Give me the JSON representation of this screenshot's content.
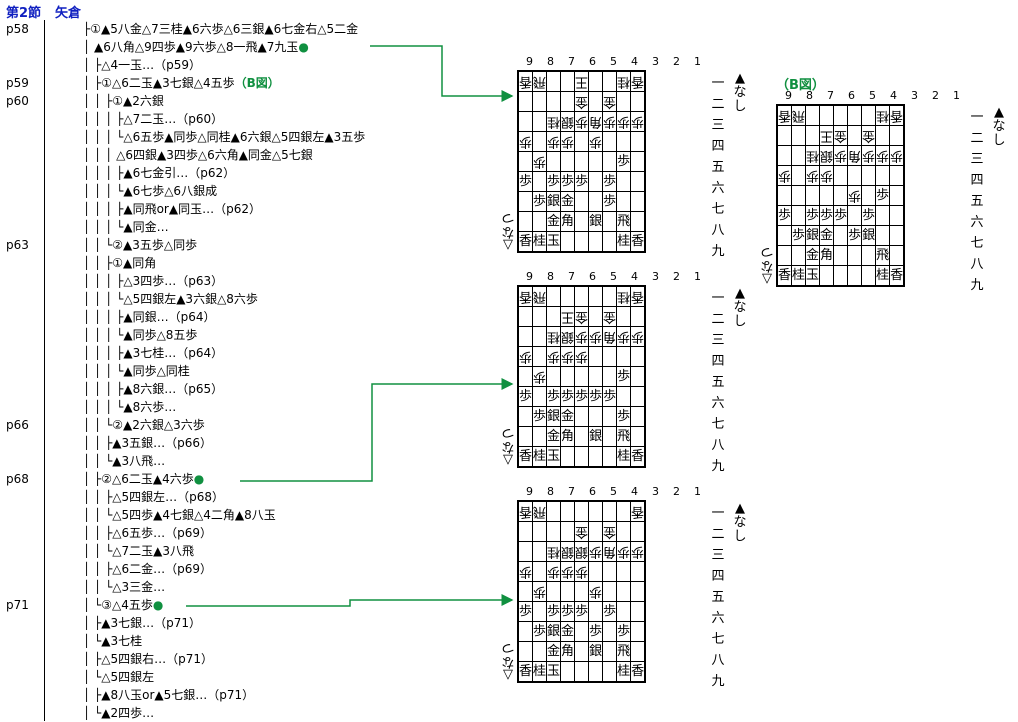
{
  "header": {
    "section": "第2節",
    "opening": "矢倉"
  },
  "page_refs": [
    {
      "text": "p58",
      "row": 1
    },
    {
      "text": "p59",
      "row": 4
    },
    {
      "text": "p60",
      "row": 5
    },
    {
      "text": "p63",
      "row": 13
    },
    {
      "text": "p66",
      "row": 23
    },
    {
      "text": "p68",
      "row": 26
    },
    {
      "text": "p71",
      "row": 33
    }
  ],
  "tree": [
    {
      "x": 83,
      "text": "├①▲5八金△7三桂▲6六歩△6三銀▲6七金右△5二金"
    },
    {
      "x": 83,
      "text": "│ ▲6八角△9四歩▲9六歩△8一飛▲7九玉",
      "dot": true
    },
    {
      "x": 83,
      "text": "│ ├△4一玉…（p59）"
    },
    {
      "x": 83,
      "text": "│ ├①△6二玉▲3七銀△4五歩",
      "label": "（B図）"
    },
    {
      "x": 83,
      "text": "│ │ ├①▲2六銀"
    },
    {
      "x": 83,
      "text": "│ │ │ ├△7二玉…（p60）"
    },
    {
      "x": 83,
      "text": "│ │ │ └△6五歩▲同歩△同桂▲6六銀△5四銀左▲3五歩"
    },
    {
      "x": 83,
      "text": "│ │ │   △6四銀▲3四歩△6六角▲同金△5七銀"
    },
    {
      "x": 83,
      "text": "│ │ │   ├▲6七金引…（p62）"
    },
    {
      "x": 83,
      "text": "│ │ │   └▲6七歩△6八銀成"
    },
    {
      "x": 83,
      "text": "│ │ │     ├▲同飛or▲同玉…（p62）"
    },
    {
      "x": 83,
      "text": "│ │ │     └▲同金…"
    },
    {
      "x": 83,
      "text": "│ │ └②▲3五歩△同歩"
    },
    {
      "x": 83,
      "text": "│ │   ├①▲同角"
    },
    {
      "x": 83,
      "text": "│ │   │ ├△3四歩…（p63）"
    },
    {
      "x": 83,
      "text": "│ │   │ └△5四銀左▲3六銀△8六歩"
    },
    {
      "x": 83,
      "text": "│ │   │   ├▲同銀…（p64）"
    },
    {
      "x": 83,
      "text": "│ │   │   └▲同歩△8五歩"
    },
    {
      "x": 83,
      "text": "│ │   │     ├▲3七桂…（p64）"
    },
    {
      "x": 83,
      "text": "│ │   │     └▲同歩△同桂"
    },
    {
      "x": 83,
      "text": "│ │   │       ├▲8六銀…（p65）"
    },
    {
      "x": 83,
      "text": "│ │   │       └▲8六歩…"
    },
    {
      "x": 83,
      "text": "│ │   └②▲2六銀△3六歩"
    },
    {
      "x": 83,
      "text": "│ │     ├▲3五銀…（p66）"
    },
    {
      "x": 83,
      "text": "│ │     └▲3八飛…"
    },
    {
      "x": 83,
      "text": "│ ├②△6二玉▲4六歩",
      "dot": true
    },
    {
      "x": 83,
      "text": "│ │ ├△5四銀左…（p68）"
    },
    {
      "x": 83,
      "text": "│ │ └△5四歩▲4七銀△4二角▲8八玉"
    },
    {
      "x": 83,
      "text": "│ │   ├△6五歩…（p69）"
    },
    {
      "x": 83,
      "text": "│ │   └△7二玉▲3八飛"
    },
    {
      "x": 83,
      "text": "│ │     ├△6二金…（p69）"
    },
    {
      "x": 83,
      "text": "│ │     └△3三金…"
    },
    {
      "x": 83,
      "text": "│ └③△4五歩",
      "dot": true
    },
    {
      "x": 83,
      "text": "│   ├▲3七銀…（p71）"
    },
    {
      "x": 83,
      "text": "│   └▲3七桂"
    },
    {
      "x": 83,
      "text": "│     ├△5四銀右…（p71）"
    },
    {
      "x": 83,
      "text": "│     └△5四銀左"
    },
    {
      "x": 83,
      "text": "│       ├▲8八玉or▲5七銀…（p71）"
    },
    {
      "x": 83,
      "text": "│       └▲2四歩…"
    }
  ],
  "board_labels": {
    "cols": [
      "9",
      "8",
      "7",
      "6",
      "5",
      "4",
      "3",
      "2",
      "1"
    ],
    "rows": [
      "一",
      "二",
      "三",
      "四",
      "五",
      "六",
      "七",
      "八",
      "九"
    ],
    "black_hand": [
      "▲",
      "な",
      "し"
    ],
    "white_hand": [
      "つ",
      "な",
      "▽"
    ],
    "b_title": "（B図）"
  },
  "boards": [
    {
      "rows": [
        [
          "w香",
          "w飛",
          "",
          "",
          "w王",
          "",
          "",
          "w桂",
          "w香"
        ],
        [
          "",
          "",
          "",
          "",
          "w金",
          "",
          "w金",
          "",
          ""
        ],
        [
          "",
          "",
          "w桂",
          "w銀",
          "w歩",
          "w角",
          "w歩",
          "w歩",
          "w歩"
        ],
        [
          "w歩",
          "",
          "w歩",
          "w歩",
          "",
          "w歩",
          "",
          "",
          ""
        ],
        [
          "",
          "w歩",
          "",
          "",
          "",
          "",
          "",
          "歩",
          ""
        ],
        [
          "歩",
          "",
          "歩",
          "歩",
          "歩",
          "",
          "歩",
          "",
          ""
        ],
        [
          "",
          "歩",
          "銀",
          "金",
          "",
          "",
          "歩",
          "",
          ""
        ],
        [
          "",
          "",
          "金",
          "角",
          "",
          "銀",
          "",
          "飛",
          ""
        ],
        [
          "香",
          "桂",
          "玉",
          "",
          "",
          "",
          "",
          "桂",
          "香"
        ]
      ]
    },
    {
      "rows": [
        [
          "w香",
          "w飛",
          "",
          "",
          "",
          "",
          "",
          "w桂",
          "w香"
        ],
        [
          "",
          "",
          "",
          "w王",
          "w金",
          "",
          "w金",
          "",
          ""
        ],
        [
          "",
          "",
          "w桂",
          "w銀",
          "w歩",
          "w歩",
          "w角",
          "w歩",
          "w歩"
        ],
        [
          "w歩",
          "",
          "w歩",
          "w歩",
          "w歩",
          "",
          "",
          "",
          ""
        ],
        [
          "",
          "w歩",
          "",
          "",
          "",
          "",
          "",
          "歩",
          ""
        ],
        [
          "歩",
          "",
          "歩",
          "歩",
          "歩",
          "歩",
          "歩",
          "",
          ""
        ],
        [
          "",
          "歩",
          "銀",
          "金",
          "",
          "",
          "",
          "歩",
          ""
        ],
        [
          "",
          "",
          "金",
          "角",
          "",
          "銀",
          "",
          "飛",
          ""
        ],
        [
          "香",
          "桂",
          "玉",
          "",
          "",
          "",
          "",
          "桂",
          "香"
        ]
      ]
    },
    {
      "rows": [
        [
          "w香",
          "w飛",
          "",
          "",
          "",
          "",
          "",
          "",
          "w香"
        ],
        [
          "",
          "",
          "",
          "",
          "w金",
          "",
          "w金",
          "",
          ""
        ],
        [
          "",
          "",
          "w桂",
          "w銀",
          "w銀",
          "w歩",
          "w角",
          "w歩",
          "w歩"
        ],
        [
          "w歩",
          "",
          "w歩",
          "w歩",
          "w歩",
          "",
          "",
          "",
          ""
        ],
        [
          "",
          "w歩",
          "",
          "",
          "",
          "w歩",
          "",
          "",
          ""
        ],
        [
          "歩",
          "",
          "歩",
          "歩",
          "歩",
          "",
          "歩",
          "",
          ""
        ],
        [
          "",
          "歩",
          "銀",
          "金",
          "",
          "歩",
          "",
          "歩",
          ""
        ],
        [
          "",
          "",
          "金",
          "角",
          "",
          "銀",
          "",
          "飛",
          ""
        ],
        [
          "香",
          "桂",
          "玉",
          "",
          "",
          "",
          "",
          "桂",
          "香"
        ]
      ]
    },
    {
      "rows": [
        [
          "w香",
          "w飛",
          "",
          "",
          "",
          "",
          "",
          "w桂",
          "w香"
        ],
        [
          "",
          "",
          "",
          "w王",
          "w金",
          "",
          "w金",
          "",
          ""
        ],
        [
          "",
          "",
          "w桂",
          "w銀",
          "w歩",
          "w角",
          "w歩",
          "w歩",
          "w歩"
        ],
        [
          "w歩",
          "",
          "w歩",
          "w歩",
          "",
          "",
          "",
          "",
          ""
        ],
        [
          "",
          "",
          "",
          "",
          "",
          "w歩",
          "",
          "歩",
          ""
        ],
        [
          "歩",
          "",
          "歩",
          "歩",
          "歩",
          "",
          "歩",
          "",
          ""
        ],
        [
          "",
          "歩",
          "銀",
          "金",
          "",
          "歩",
          "銀",
          "",
          ""
        ],
        [
          "",
          "",
          "金",
          "角",
          "",
          "",
          "",
          "飛",
          ""
        ],
        [
          "香",
          "桂",
          "玉",
          "",
          "",
          "",
          "",
          "桂",
          "香"
        ]
      ]
    }
  ],
  "colors": {
    "link": "#109040",
    "header": "#1020c0"
  }
}
